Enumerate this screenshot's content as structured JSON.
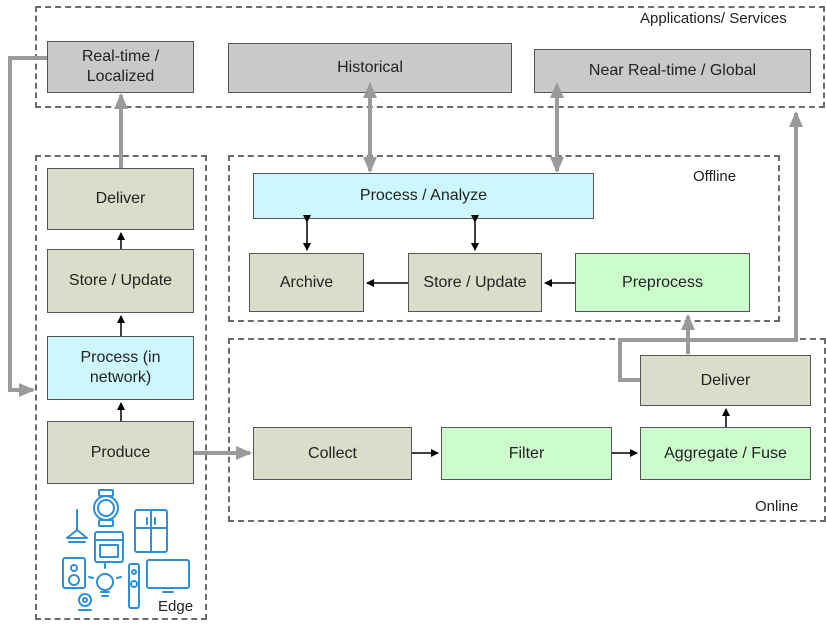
{
  "regions": {
    "applications": "Applications/ Services",
    "offline": "Offline",
    "online": "Online",
    "edge": "Edge"
  },
  "applications": {
    "realtime_localized": "Real-time / Localized",
    "historical": "Historical",
    "near_realtime_global": "Near Real-time / Global"
  },
  "edge": {
    "deliver": "Deliver",
    "store_update": "Store / Update",
    "process_in_network": "Process (in network)",
    "produce": "Produce"
  },
  "offline": {
    "process_analyze": "Process / Analyze",
    "archive": "Archive",
    "store_update": "Store / Update",
    "preprocess": "Preprocess"
  },
  "online": {
    "deliver": "Deliver",
    "collect": "Collect",
    "filter": "Filter",
    "aggregate_fuse": "Aggregate / Fuse"
  },
  "colors": {
    "apps": "#c9c9c9",
    "neutral": "#dcdccb",
    "process": "#ccf7fc",
    "transform": "#ccfccc",
    "thick_arrow": "#9a9a9a"
  },
  "icons": [
    "lamp-icon",
    "watch-icon",
    "oven-icon",
    "fridge-icon",
    "speaker-icon",
    "bulb-icon",
    "tower-speaker-icon",
    "tv-icon",
    "webcam-icon"
  ]
}
